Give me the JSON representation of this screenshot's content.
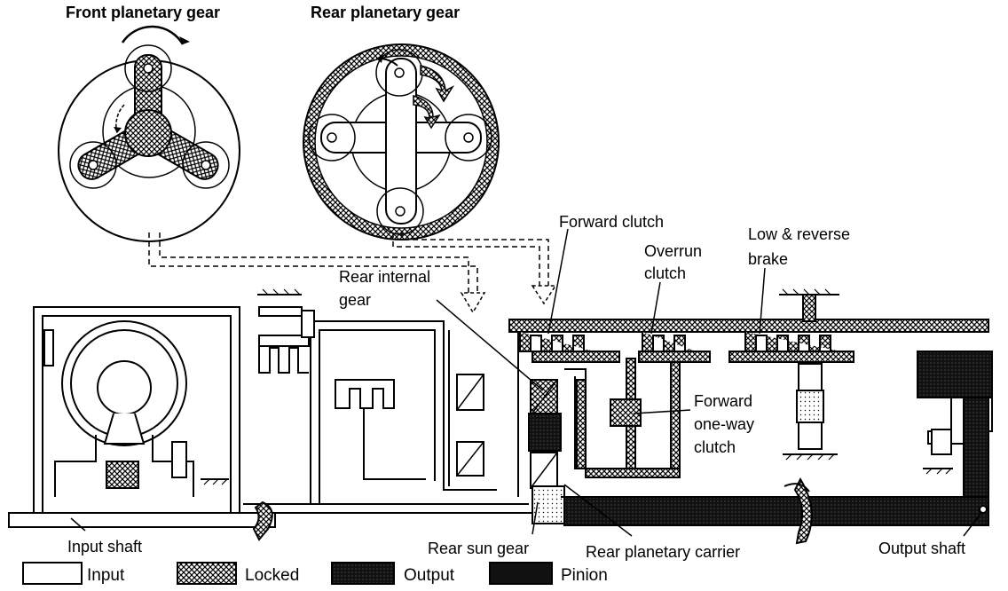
{
  "colors": {
    "ink": "#000000",
    "background": "#ffffff",
    "output_fill": "#111111",
    "pinion_fill": "#1a1a1a"
  },
  "titles": {
    "front": "Front planetary gear",
    "rear": "Rear planetary gear"
  },
  "labels": {
    "forward_clutch": "Forward clutch",
    "overrun_1": "Overrun",
    "overrun_2": "clutch",
    "low_rev_1": "Low & reverse",
    "low_rev_2": "brake",
    "rear_internal_1": "Rear internal",
    "rear_internal_2": "gear",
    "forward_ow_1": "Forward",
    "forward_ow_2": "one-way",
    "forward_ow_3": "clutch",
    "input_shaft": "Input shaft",
    "rear_sun_gear": "Rear sun gear",
    "rear_planetary_carrier": "Rear planetary carrier",
    "output_shaft": "Output shaft"
  },
  "legend": [
    {
      "pattern": "input",
      "label": "Input"
    },
    {
      "pattern": "locked",
      "label": "Locked"
    },
    {
      "pattern": "output",
      "label": "Output"
    },
    {
      "pattern": "pinion",
      "label": "Pinion"
    }
  ]
}
